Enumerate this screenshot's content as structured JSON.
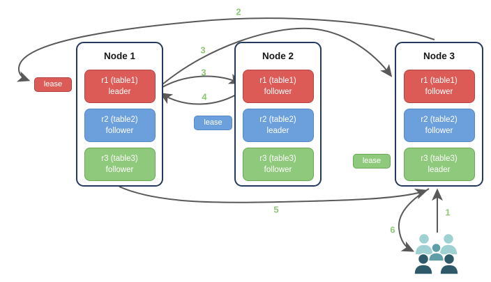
{
  "nodes": [
    {
      "title": "Node 1",
      "replicas": [
        {
          "name": "r1 (table1)",
          "role": "leader",
          "color": "#dd5b57"
        },
        {
          "name": "r2 (table2)",
          "role": "follower",
          "color": "#6ca0dc"
        },
        {
          "name": "r3 (table3)",
          "role": "follower",
          "color": "#8fc97b"
        }
      ]
    },
    {
      "title": "Node 2",
      "replicas": [
        {
          "name": "r1 (table1)",
          "role": "follower",
          "color": "#dd5b57"
        },
        {
          "name": "r2 (table2)",
          "role": "leader",
          "color": "#6ca0dc"
        },
        {
          "name": "r3 (table3)",
          "role": "follower",
          "color": "#8fc97b"
        }
      ]
    },
    {
      "title": "Node 3",
      "replicas": [
        {
          "name": "r1 (table1)",
          "role": "follower",
          "color": "#dd5b57"
        },
        {
          "name": "r2 (table2)",
          "role": "follower",
          "color": "#6ca0dc"
        },
        {
          "name": "r3 (table3)",
          "role": "leader",
          "color": "#8fc97b"
        }
      ]
    }
  ],
  "lease_labels": [
    "lease",
    "lease",
    "lease"
  ],
  "steps": [
    "2",
    "3",
    "3",
    "4",
    "5",
    "1",
    "6"
  ],
  "arrows": [
    {
      "step": "1",
      "from": "users-group",
      "to": "node-3"
    },
    {
      "step": "2",
      "from": "node-3",
      "to": "lease-label-red"
    },
    {
      "step": "3",
      "from": "node-1-r1-leader",
      "to": "node-3-r1-follower"
    },
    {
      "step": "3",
      "from": "node-1-r1-leader",
      "to": "node-2-r1-follower"
    },
    {
      "step": "4",
      "from": "node-2-r1-follower",
      "to": "node-1-r1-leader"
    },
    {
      "step": "5",
      "from": "node-1",
      "to": "node-3"
    },
    {
      "step": "6",
      "from": "node-3",
      "to": "users-group"
    }
  ],
  "icons": {
    "users_group": "users-group-icon"
  },
  "colors": {
    "node_border": "#24395e",
    "red_fill": "#dd5b57",
    "red_border": "#b04441",
    "blue_fill": "#6ca0dc",
    "blue_border": "#5588c7",
    "green_fill": "#8fc97b",
    "green_border": "#69a855",
    "arrow": "#595959",
    "step_label": "#8cc873",
    "users_light": "#9fd1d2",
    "users_mid": "#5f9ea7",
    "users_dark": "#2d5968"
  }
}
